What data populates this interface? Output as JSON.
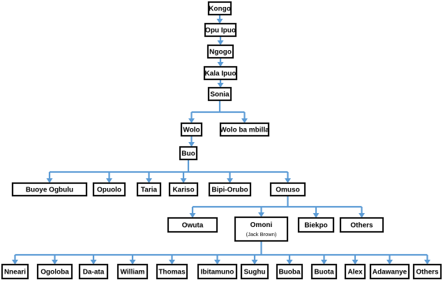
{
  "colors": {
    "connector": "#5b9bd5",
    "box_border": "#111111",
    "box_fill": "#ffffff"
  },
  "nodes": [
    {
      "id": "kongo",
      "label": "Kongo"
    },
    {
      "id": "opu_ipuo",
      "label": "Opu Ipuo"
    },
    {
      "id": "ngogo",
      "label": "Ngogo"
    },
    {
      "id": "kala_ipuo",
      "label": "Kala Ipuo"
    },
    {
      "id": "sonia",
      "label": "Sonia"
    },
    {
      "id": "wolo",
      "label": "Wolo"
    },
    {
      "id": "wolo_ba_mbilla",
      "label": "Wolo ba mbilla"
    },
    {
      "id": "buo",
      "label": "Buo"
    },
    {
      "id": "buoye_ogbulu",
      "label": "Buoye Ogbulu"
    },
    {
      "id": "opuolo",
      "label": "Opuolo"
    },
    {
      "id": "taria",
      "label": "Taria"
    },
    {
      "id": "kariso",
      "label": "Kariso"
    },
    {
      "id": "bipi_orubo",
      "label": "Bipi-Orubo"
    },
    {
      "id": "omuso",
      "label": "Omuso"
    },
    {
      "id": "owuta",
      "label": "Owuta"
    },
    {
      "id": "omoni",
      "label": "Omoni",
      "sub": "(Jack Brown)"
    },
    {
      "id": "biekpo",
      "label": "Biekpo"
    },
    {
      "id": "others1",
      "label": "Others"
    },
    {
      "id": "nneari",
      "label": "Nneari"
    },
    {
      "id": "ogoloba",
      "label": "Ogoloba"
    },
    {
      "id": "da_ata",
      "label": "Da-ata"
    },
    {
      "id": "william",
      "label": "William"
    },
    {
      "id": "thomas",
      "label": "Thomas"
    },
    {
      "id": "ibitamuno",
      "label": "Ibitamuno"
    },
    {
      "id": "sughu",
      "label": "Sughu"
    },
    {
      "id": "buoba",
      "label": "Buoba"
    },
    {
      "id": "buota",
      "label": "Buota"
    },
    {
      "id": "alex",
      "label": "Alex"
    },
    {
      "id": "adawanye",
      "label": "Adawanye"
    },
    {
      "id": "others2",
      "label": "Others"
    }
  ],
  "edges": [
    [
      "kongo",
      "opu_ipuo"
    ],
    [
      "opu_ipuo",
      "ngogo"
    ],
    [
      "ngogo",
      "kala_ipuo"
    ],
    [
      "kala_ipuo",
      "sonia"
    ],
    [
      "sonia",
      "wolo"
    ],
    [
      "sonia",
      "wolo_ba_mbilla"
    ],
    [
      "wolo",
      "buo"
    ],
    [
      "buo",
      "buoye_ogbulu"
    ],
    [
      "buo",
      "opuolo"
    ],
    [
      "buo",
      "taria"
    ],
    [
      "buo",
      "kariso"
    ],
    [
      "buo",
      "bipi_orubo"
    ],
    [
      "buo",
      "omuso"
    ],
    [
      "omuso",
      "owuta"
    ],
    [
      "omuso",
      "omoni"
    ],
    [
      "omuso",
      "biekpo"
    ],
    [
      "omuso",
      "others1"
    ],
    [
      "omoni",
      "nneari"
    ],
    [
      "omoni",
      "ogoloba"
    ],
    [
      "omoni",
      "da_ata"
    ],
    [
      "omoni",
      "william"
    ],
    [
      "omoni",
      "thomas"
    ],
    [
      "omoni",
      "ibitamuno"
    ],
    [
      "omoni",
      "sughu"
    ],
    [
      "omoni",
      "buoba"
    ],
    [
      "omoni",
      "buota"
    ],
    [
      "omoni",
      "alex"
    ],
    [
      "omoni",
      "adawanye"
    ],
    [
      "omoni",
      "others2"
    ]
  ]
}
